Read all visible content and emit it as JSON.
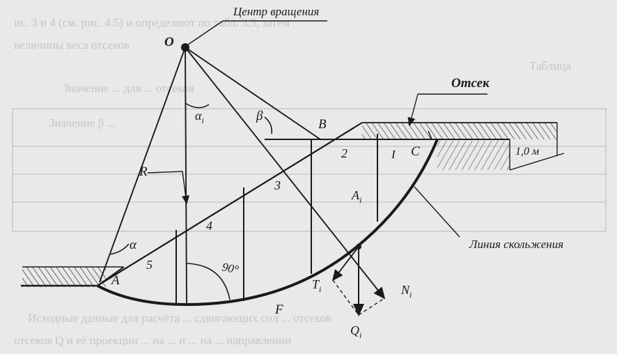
{
  "labels": {
    "center_of_rotation": "Центр вращения",
    "compartment": "Отсек",
    "slip_line": "Линия скольжения",
    "dimension": "1,0 м",
    "point_o": "O",
    "point_a": "A",
    "point_b": "B",
    "point_c": "C",
    "point_f": "F",
    "radius": "R",
    "alpha": "α",
    "alpha_i": "α",
    "alpha_i_sub": "i",
    "beta": "β",
    "angle_90": "90°",
    "n_i": "N",
    "n_i_sub": "i",
    "t_i": "T",
    "t_i_sub": "i",
    "q_i": "Q",
    "q_i_sub": "i",
    "a_i": "A",
    "a_i_sub": "i",
    "i_label": "I"
  },
  "slices": [
    "1",
    "2",
    "3",
    "4",
    "5"
  ],
  "bleed_through": {
    "line1": "ис. 3 и 4 (см. рис. 4.5) и определяют по табл. 3.3, затем",
    "line2": "величины веса отсеков",
    "line3": "Таблица",
    "line4": "Значение ... для ... отсеков",
    "line5": "Значение β ...",
    "line6": "Исходные данные для расчёта ... сдвигающих сил ... отсеков",
    "line7": "отсеков Q и её проекции ... на ... и ... на ... направлении"
  },
  "colors": {
    "ink": "#1a1a1a",
    "paper": "#e9e9e9",
    "bleed": "#b9b9b9"
  }
}
